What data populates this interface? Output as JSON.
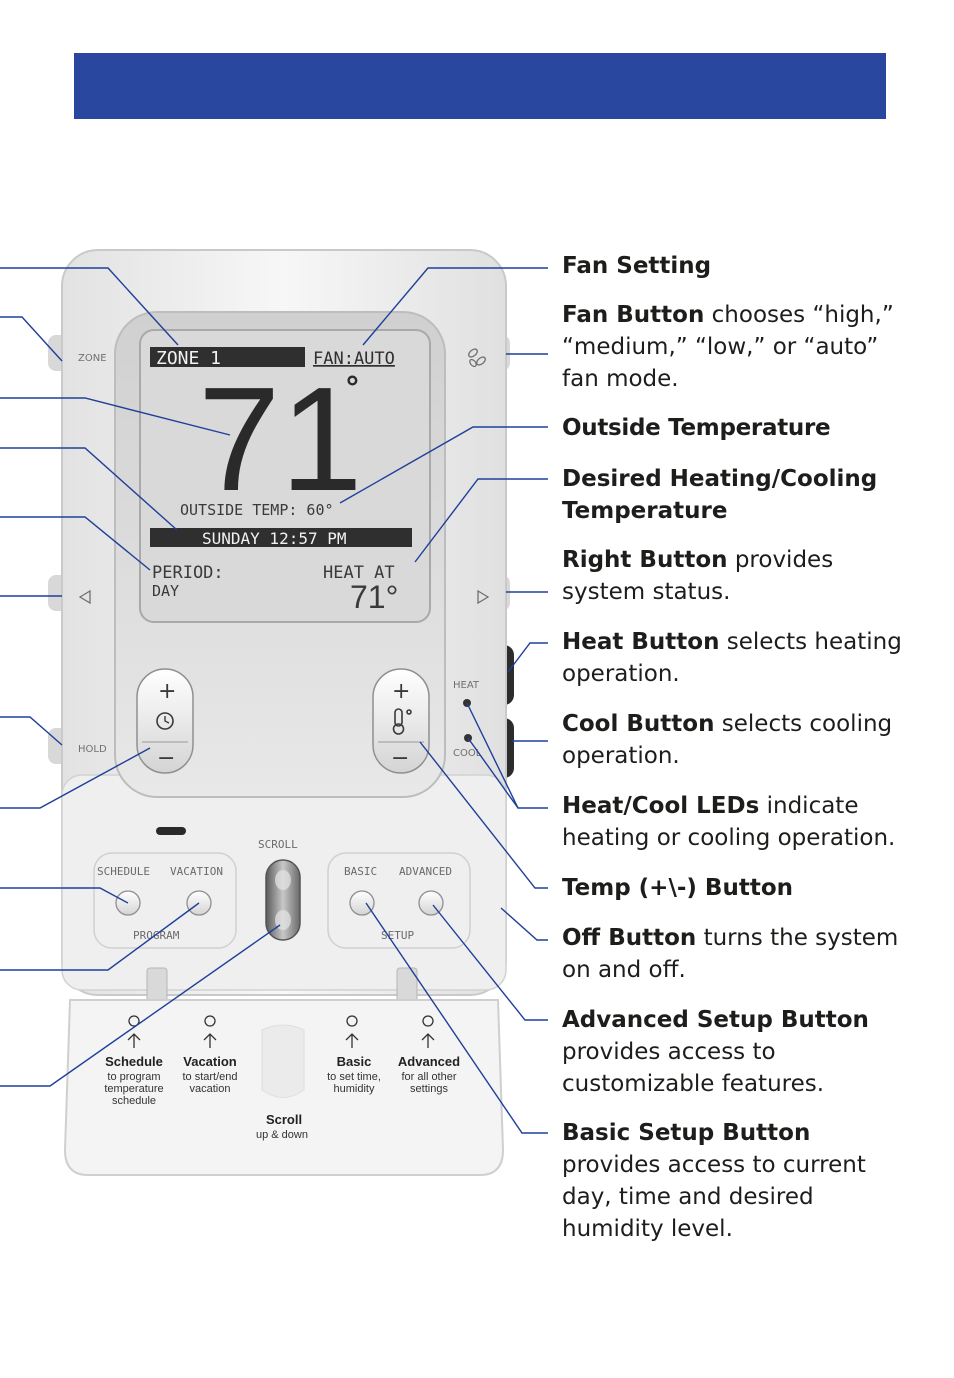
{
  "thermostat": {
    "zone_label": "ZONE",
    "hold_label": "HOLD",
    "heat_label": "HEAT",
    "cool_label": "COOL",
    "scroll_label": "SCROLL",
    "schedule_label": "SCHEDULE",
    "vacation_label": "VACATION",
    "program_label": "PROGRAM",
    "basic_label": "BASIC",
    "advanced_label": "ADVANCED",
    "setup_label": "SETUP",
    "display": {
      "zone": "ZONE 1",
      "fan": "FAN:AUTO",
      "temperature": "71",
      "degree": "°",
      "outside_temp": "OUTSIDE TEMP: 60°",
      "day_time": "SUNDAY 12:57 PM",
      "period_line1": "PERIOD:",
      "period_line2": "DAY",
      "heat_at": "HEAT AT",
      "heat_at_value": "71°"
    },
    "door": {
      "schedule_title": "Schedule",
      "schedule_desc": [
        "to program",
        "temperature",
        "schedule"
      ],
      "vacation_title": "Vacation",
      "vacation_desc": [
        "to start/end",
        "vacation"
      ],
      "basic_title": "Basic",
      "basic_desc": [
        "to set time,",
        "humidity"
      ],
      "advanced_title": "Advanced",
      "advanced_desc": [
        "for all other",
        "settings"
      ],
      "scroll_title": "Scroll",
      "scroll_desc": "up & down"
    }
  },
  "callouts": [
    {
      "title": "Fan Setting",
      "text": ""
    },
    {
      "title": "Fan Button",
      "text": " chooses “high,” “medium,” “low,” or “auto” fan mode."
    },
    {
      "title": "Outside Temperature",
      "text": ""
    },
    {
      "title": "Desired Heating/Cooling Temperature",
      "text": ""
    },
    {
      "title": "Right Button",
      "text": " provides system status."
    },
    {
      "title": "Heat Button",
      "text": " selects heating operation."
    },
    {
      "title": "Cool Button",
      "text": " selects cooling operation."
    },
    {
      "title": "Heat/Cool LEDs",
      "text": " indicate heating or cooling operation."
    },
    {
      "title": "Temp (+\\-) Button",
      "text": ""
    },
    {
      "title": "Off Button",
      "text": " turns the system on and off."
    },
    {
      "title": "Advanced Setup Button",
      "text": " provides access to customizable features."
    },
    {
      "title": "Basic Setup Button",
      "text": " provides access to current day, time and desired humidity level."
    }
  ],
  "colors": {
    "banner": "#2a47a0",
    "leader_line": "#1f3f9a",
    "lcd_background": "#dcdcdc",
    "body": "#ececec"
  }
}
